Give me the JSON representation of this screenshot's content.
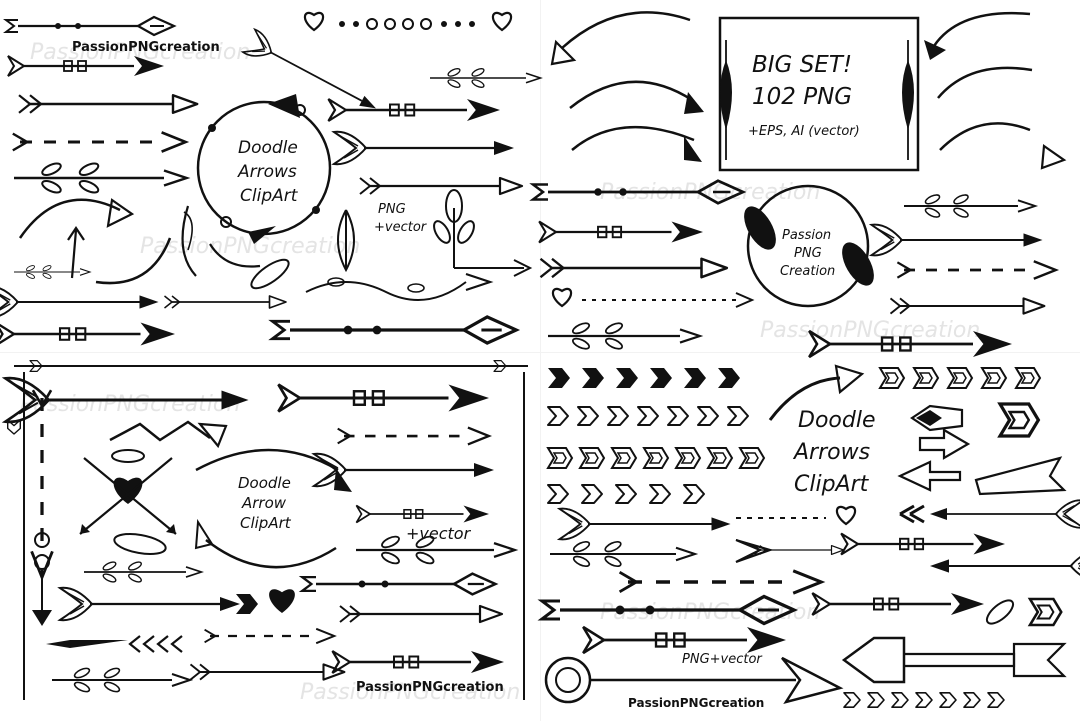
{
  "colors": {
    "ink": "#111111",
    "paper": "#ffffff",
    "watermark": "#e4e4e4"
  },
  "watermark": "PassionPNGcreation",
  "panel_top_left": {
    "credit": "PassionPNGcreation",
    "wreath_title": [
      "Doodle",
      "Arrows",
      "ClipArt"
    ],
    "format_note": [
      "PNG",
      "+vector"
    ]
  },
  "panel_top_right": {
    "headline": [
      "BIG SET!",
      "102 PNG"
    ],
    "formats": "+EPS, AI (vector)",
    "wreath_title": [
      "Passion",
      "PNG",
      "Creation"
    ]
  },
  "panel_bottom_left": {
    "wreath_title": [
      "Doodle",
      "Arrow",
      "ClipArt"
    ],
    "vector_note": "+vector",
    "credit": "PassionPNGcreation"
  },
  "panel_bottom_right": {
    "title": [
      "Doodle",
      "Arrows",
      "ClipArt"
    ],
    "format_note": "PNG+vector",
    "credit": "PassionPNGcreation"
  },
  "icons": [
    "arrow-icon",
    "feather-arrow-icon",
    "heart-icon",
    "chevron-icon",
    "tribal-arrow-icon",
    "leaf-icon",
    "laurel-wreath-icon",
    "swirl-frame-icon"
  ]
}
